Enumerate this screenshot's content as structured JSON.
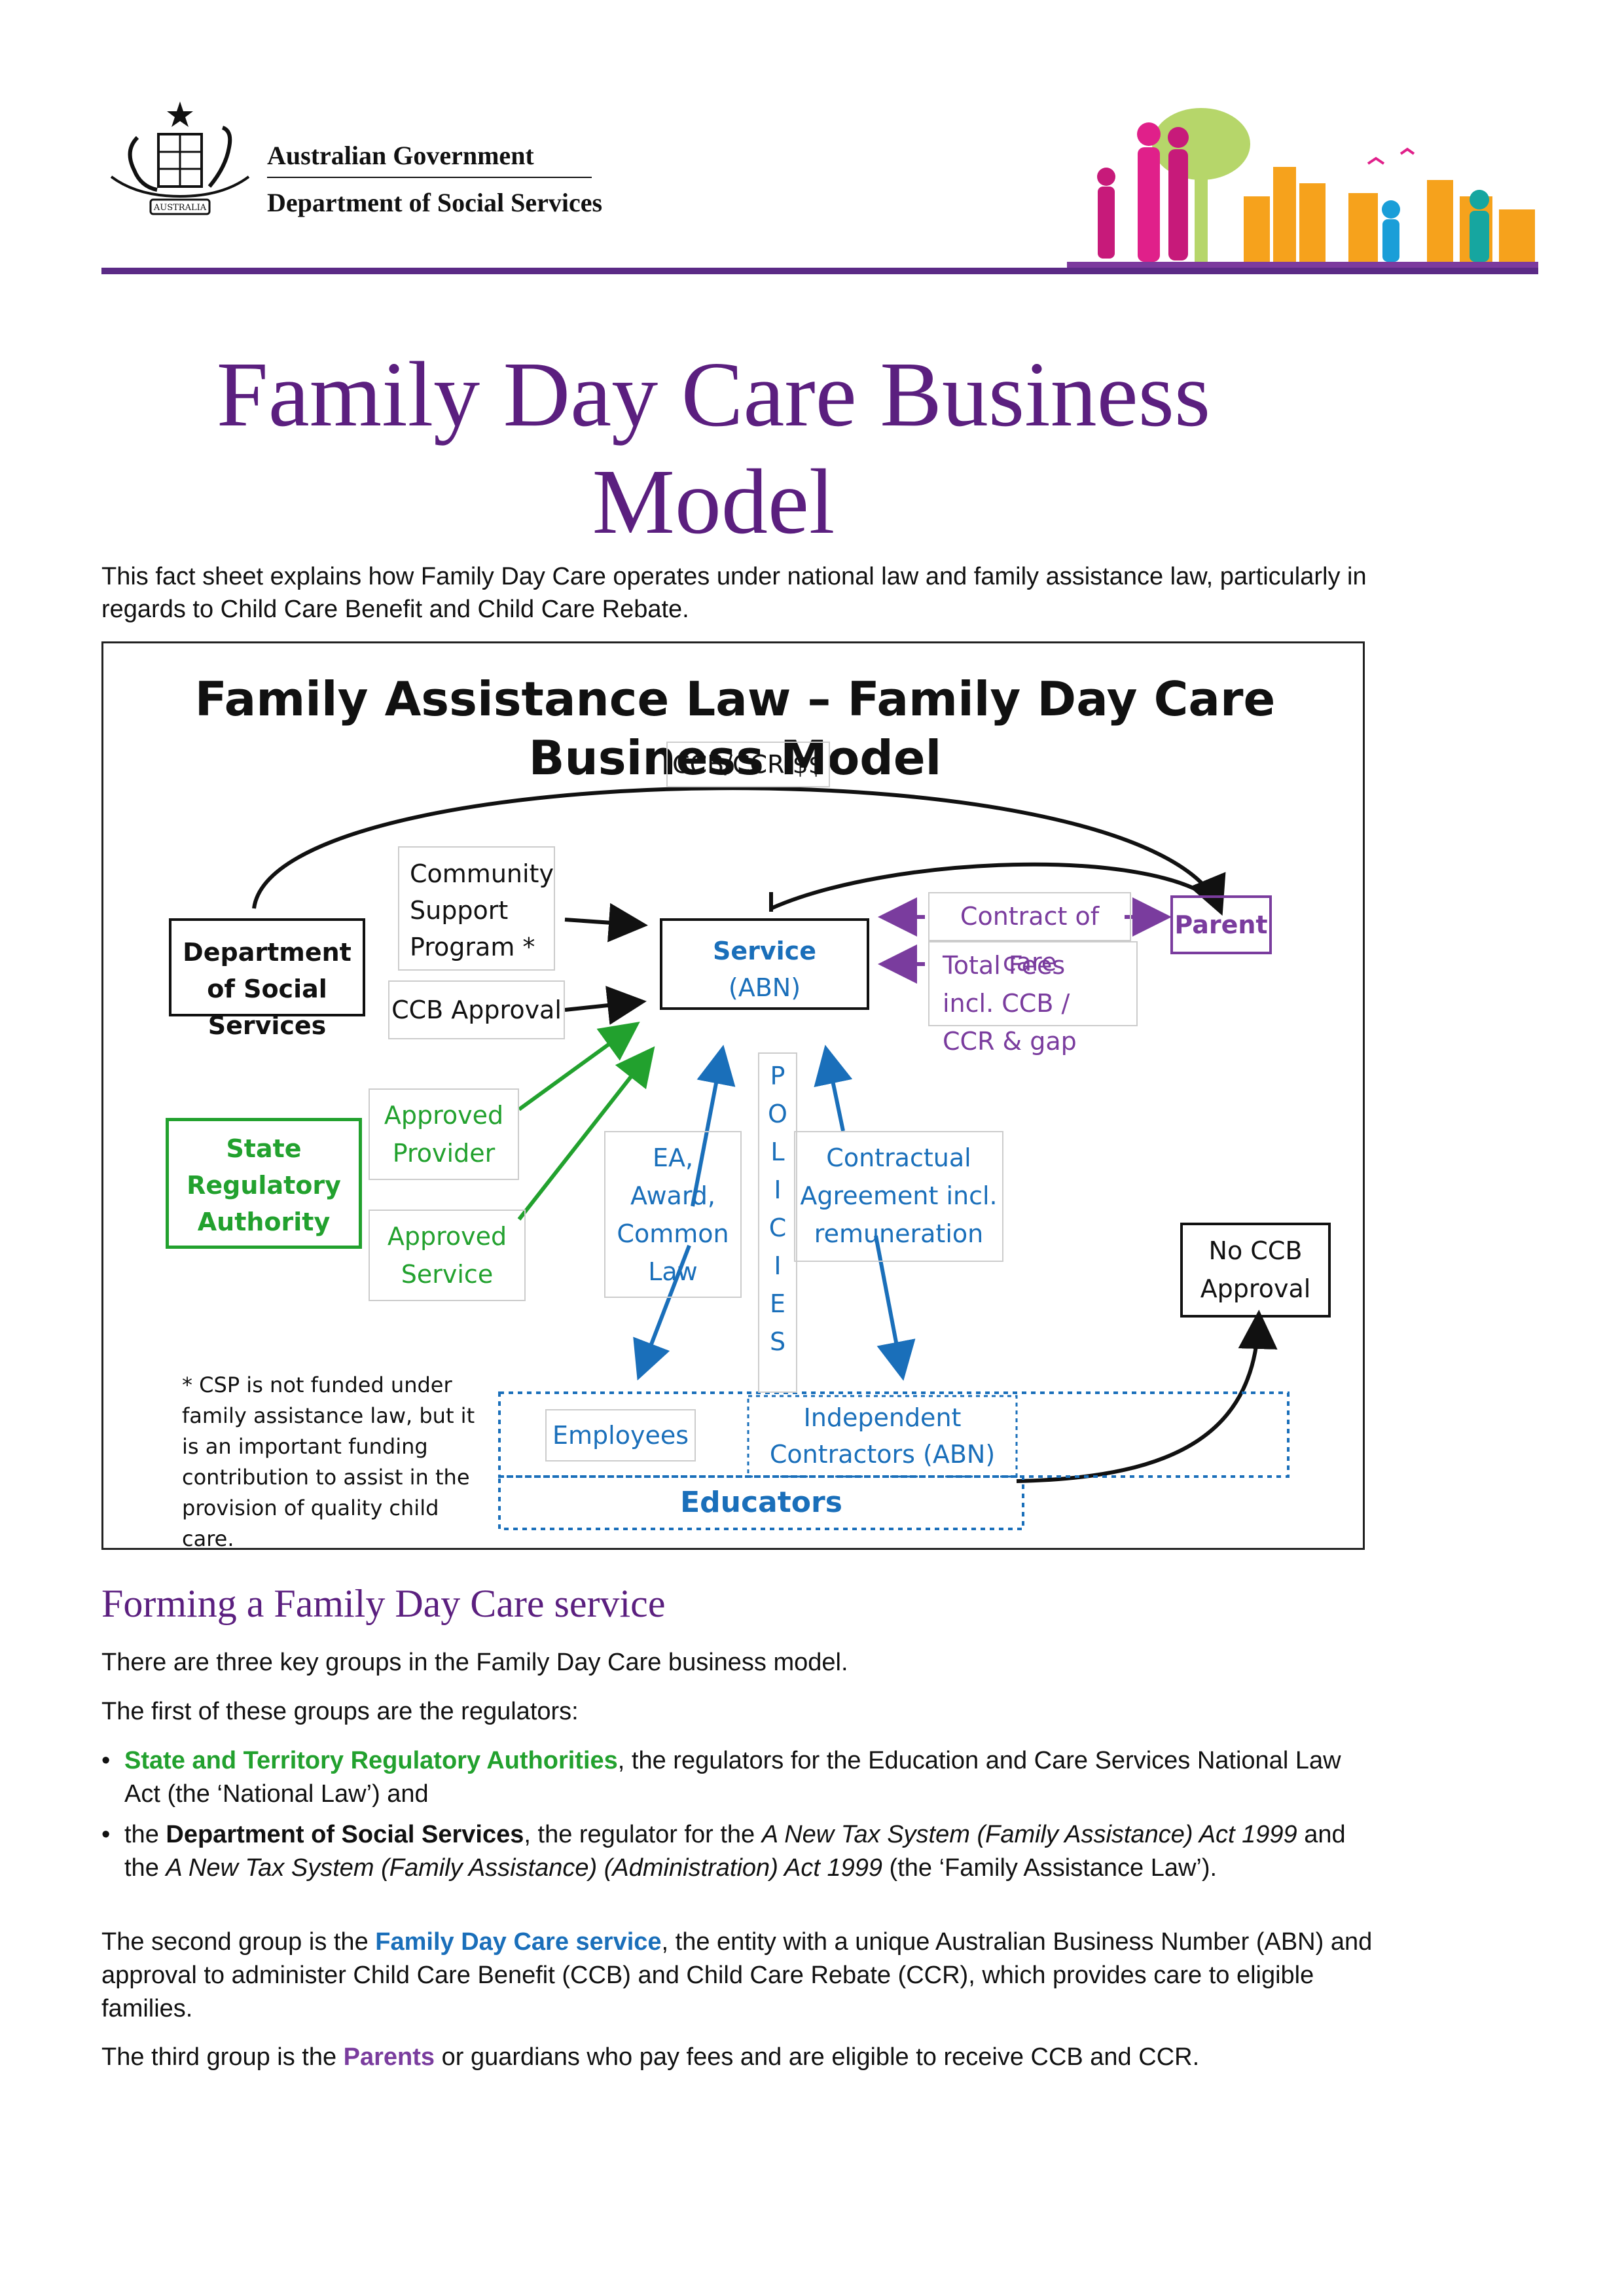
{
  "header": {
    "gov_name": "Australian Government",
    "dept_name": "Department of Social Services",
    "crest_text": "AUSTRALIA"
  },
  "title": "Family Day Care Business Model",
  "intro": "This fact sheet explains how Family Day Care operates under national law and family assistance law, particularly in regards to Child Care Benefit and Child Care Rebate.",
  "diagram": {
    "title": "Family Assistance Law – Family Day Care Business Model",
    "ccb_ccr": "CCB/CCR $$",
    "community_support": "Community Support Program *",
    "dept": "Department of Social Services",
    "ccb_approval": "CCB Approval",
    "service_name": "Service",
    "service_abn": "(ABN)",
    "contract_of_care": "Contract of care",
    "total_fees": "Total Fees incl. CCB / CCR & gap",
    "parent": "Parent",
    "state_reg": "State Regulatory Authority",
    "approved_provider": "Approved Provider",
    "approved_service": "Approved Service",
    "ea_award": "EA, Award, Common Law",
    "policies": [
      "P",
      "O",
      "L",
      "I",
      "C",
      "I",
      "E",
      "S"
    ],
    "contractual": "Contractual Agreement incl. remuneration",
    "no_ccb": "No CCB Approval",
    "csp_note": "* CSP is not funded under family assistance law, but it is an important funding contribution to assist in the provision of quality child care.",
    "employees": "Employees",
    "independent": "Independent Contractors (ABN)",
    "educators": "Educators"
  },
  "section_heading": "Forming a Family Day Care service",
  "para1": "There are three key groups in the Family Day Care business model.",
  "para2": "The first of these groups are the regulators:",
  "bullet1": {
    "strong": "State and Territory Regulatory Authorities",
    "rest": ", the regulators for the Education and Care Services National Law Act (the ‘National Law’) and"
  },
  "bullet2": {
    "pre": "the ",
    "strong": "Department of Social Services",
    "mid1": ", the regulator for the ",
    "act1": "A New Tax System (Family Assistance) Act 1999",
    "mid2": " and the ",
    "act2": "A New Tax System (Family Assistance) (Administration) Act 1999",
    "end": " (the ‘Family Assistance Law’)."
  },
  "para3": {
    "pre": "The second group is the ",
    "strong": "Family Day Care service",
    "rest": ", the entity with a unique Australian Business Number (ABN) and approval to administer Child Care Benefit (CCB) and Child Care Rebate (CCR), which provides care to eligible families."
  },
  "para4": {
    "pre": "The third group is the ",
    "strong": "Parents",
    "rest": " or guardians who pay fees and are eligible to receive CCB and CCR."
  },
  "colors": {
    "purple": "#5b1f7f",
    "green": "#22a12e",
    "blue": "#1a6fba"
  }
}
